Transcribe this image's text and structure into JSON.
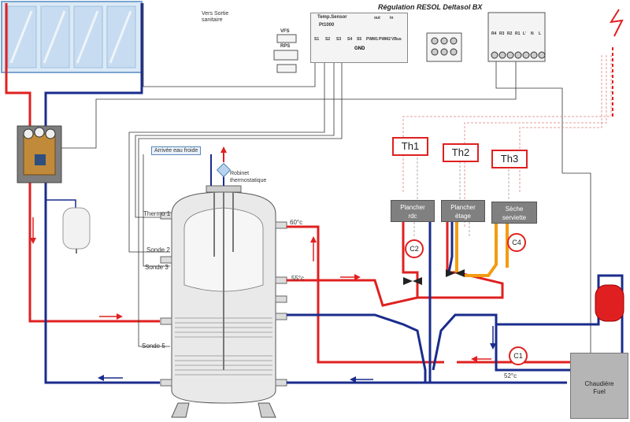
{
  "title": "Régulation RESOL Deltasol BX",
  "controller": {
    "header_left": "Temp.Sensor",
    "header_out": "out",
    "header_in": "in",
    "sensor_type": "Pt1000",
    "gnd": "GND",
    "terminals": [
      "S1",
      "S2",
      "S3",
      "S4",
      "S5",
      "PWM1",
      "PWM2",
      "VBus"
    ],
    "vfs": "VFS",
    "rps": "RPS",
    "relay_terminals": [
      "R4",
      "R3",
      "R2",
      "R1",
      "L'",
      "N",
      "L"
    ]
  },
  "labels": {
    "vers_sortie": "Vers Sortie sanitaire",
    "arrivee_eau": "Arrivée eau froide",
    "robinet": "Robinet thermostatique",
    "thermo1": "Thermo 1",
    "sonde2": "Sonde 2",
    "sonde3": "Sonde 3",
    "sonde5": "Sonde 5",
    "t60": "60°c",
    "t55": "55°c",
    "t52": "52°c"
  },
  "thermostats": [
    "Th1",
    "Th2",
    "Th3"
  ],
  "emitters": [
    {
      "line1": "Plancher",
      "line2": "rdc"
    },
    {
      "line1": "Plancher",
      "line2": "étage"
    },
    {
      "line1": "Sèche",
      "line2": "serviette"
    }
  ],
  "circulators": [
    "C2",
    "C4",
    "C1"
  ],
  "boiler": {
    "line1": "Chaudière",
    "line2": "Fuel"
  },
  "colors": {
    "hot": "#e02020",
    "cold": "#1a2c8c",
    "orange": "#f39c12",
    "tank": "#e9e9e9",
    "boiler": "#b5b5b5",
    "emitter": "#808080"
  }
}
